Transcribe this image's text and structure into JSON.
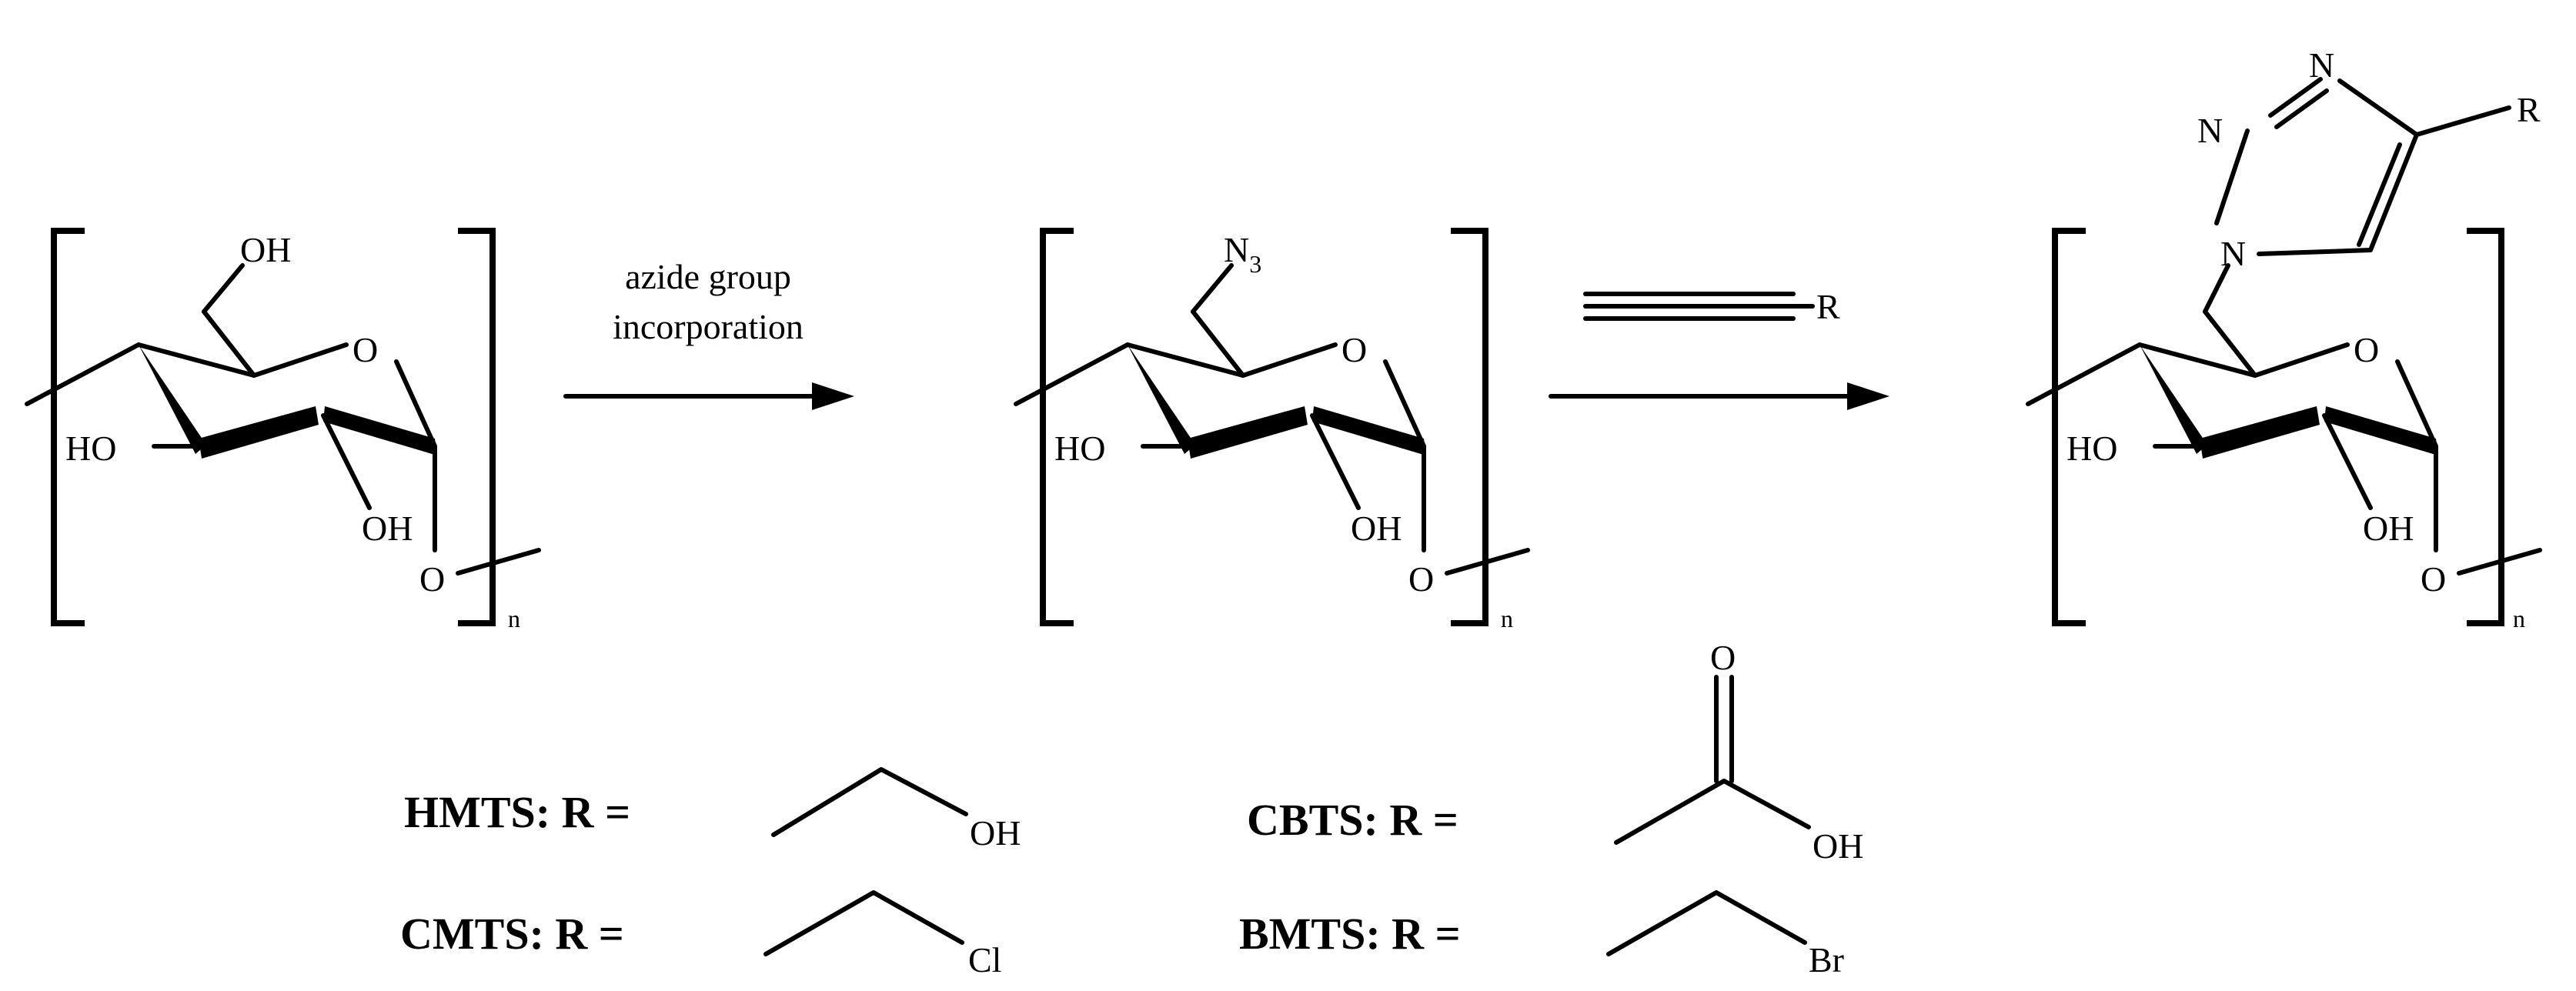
{
  "reaction": {
    "arrow1_line1": "azide group",
    "arrow1_line2": "incorporation",
    "reagent_r": "R"
  },
  "monomer1": {
    "oh_top": "OH",
    "ring_o": "O",
    "ho_left": "HO",
    "oh_bottom": "OH",
    "glyco_o": "O",
    "repeat": "n"
  },
  "monomer2": {
    "azide_n": "N",
    "azide_sub": "3",
    "ring_o": "O",
    "ho_left": "HO",
    "oh_bottom": "OH",
    "glyco_o": "O",
    "repeat": "n"
  },
  "monomer3": {
    "n1": "N",
    "n2": "N",
    "n3": "N",
    "r": "R",
    "ring_o": "O",
    "ho_left": "HO",
    "oh_bottom": "OH",
    "glyco_o": "O",
    "repeat": "n"
  },
  "substituents": [
    {
      "label": "HMTS: R =",
      "group": "OH"
    },
    {
      "label": "CBTS: R =",
      "group_carbonyl": "O",
      "group": "OH"
    },
    {
      "label": "CMTS: R =",
      "group": "Cl"
    },
    {
      "label": "BMTS: R =",
      "group": "Br"
    }
  ]
}
